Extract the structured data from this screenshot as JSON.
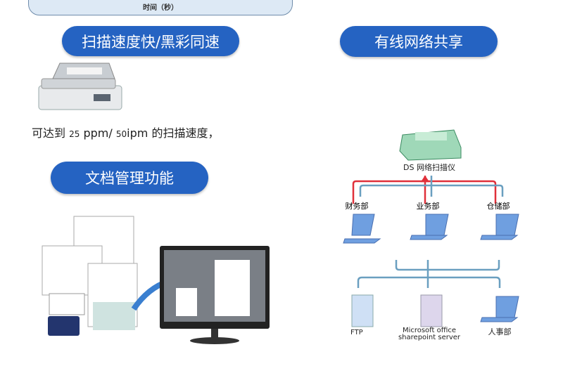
{
  "top_box": {
    "axis_label": "时间（秒）"
  },
  "sections": {
    "scan_speed": {
      "title": "扫描速度快/黑彩同速",
      "desc_prefix": "可达到",
      "speed1": "25",
      "unit1": "ppm/",
      "speed2": "50",
      "unit2": "ipm",
      "desc_suffix": "的扫描速度，"
    },
    "network": {
      "title": "有线网络共享"
    },
    "docs": {
      "title": "文档管理功能"
    }
  },
  "diagram": {
    "scanner_label": "DS 网络扫描仪",
    "departments": [
      "财务部",
      "业务部",
      "仓储部"
    ],
    "destinations": [
      "FTP",
      "Microsoft office",
      "sharepoint server",
      "人事部"
    ]
  },
  "colors": {
    "pill": "#2563c2",
    "red_line": "#e0303a",
    "blue_line": "#6a9fc0"
  }
}
